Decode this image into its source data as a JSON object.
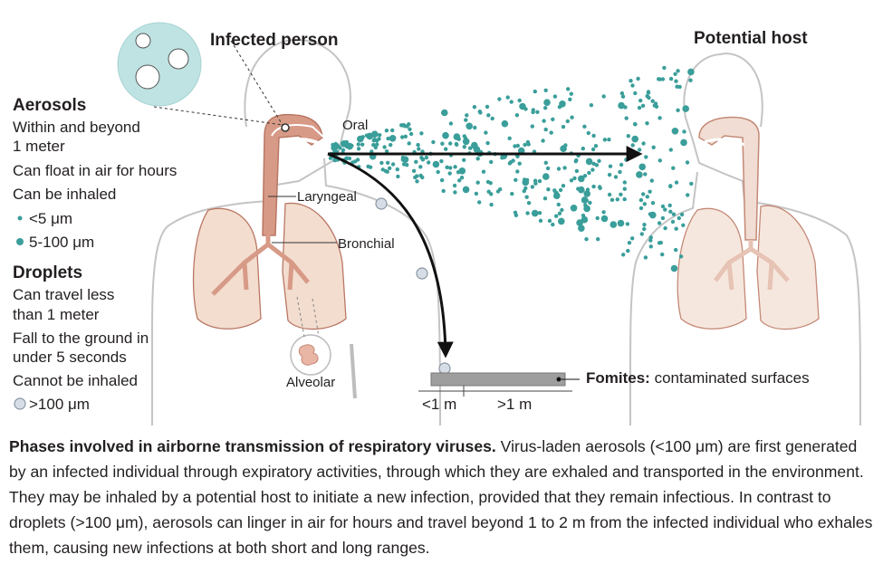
{
  "labels": {
    "infected_person": "Infected person",
    "potential_host": "Potential host",
    "oral": "Oral",
    "laryngeal": "Laryngeal",
    "bronchial": "Bronchial",
    "alveolar": "Alveolar",
    "fomites_bold": "Fomites:",
    "fomites_text": "contaminated surfaces",
    "dist_near": "<1 m",
    "dist_far": ">1 m"
  },
  "legend": {
    "aerosols": {
      "title": "Aerosols",
      "lines": [
        "Within and beyond",
        "1 meter",
        "Can float in air for hours",
        "Can be inhaled"
      ],
      "size_small": "<5 μm",
      "size_medium": "5-100 μm"
    },
    "droplets": {
      "title": "Droplets",
      "lines": [
        "Can travel less",
        "than 1 meter",
        "Fall to the ground in",
        "under 5 seconds",
        "Cannot be inhaled"
      ],
      "size_large": ">100 μm"
    }
  },
  "caption": {
    "bold": "Phases involved in airborne transmission of respiratory viruses.",
    "text": " Virus-laden aerosols (<100 μm) are first generated by an infected individual through expiratory activities, through which they are exhaled and transported in the environment. They may be inhaled by a potential host to initiate a new infection, provided that they remain infectious. In contrast to droplets (>100 μm), aerosols can linger in air for hours and travel beyond 1 to 2 m from the infected individual who exhales them, causing new infections at both short and long ranges."
  },
  "colors": {
    "aerosol": "#3a9e9a",
    "tissue": "#d79a86",
    "lung": "#f3ddcf",
    "outline": "#c4c4c4",
    "droplet": "#d6dde6",
    "virus_circle": "#bfe3e3"
  }
}
